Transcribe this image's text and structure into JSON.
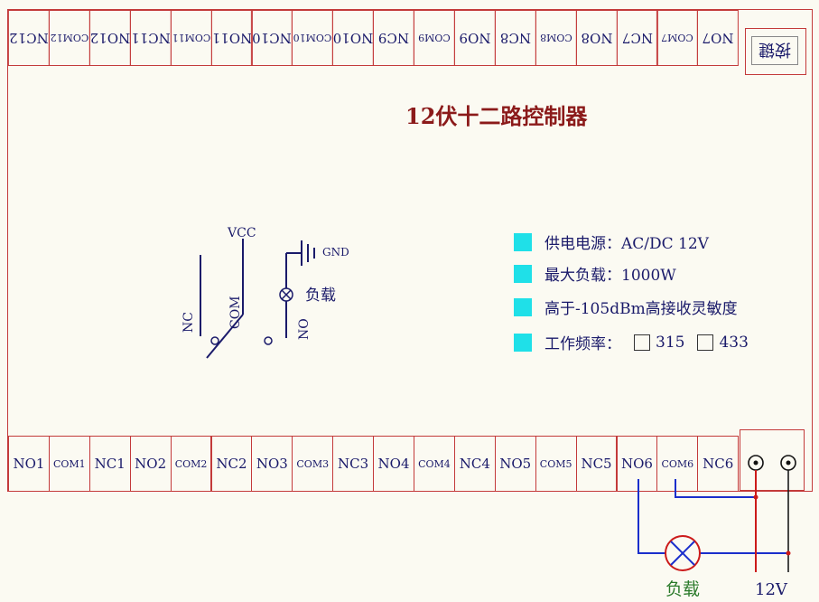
{
  "title": "12伏十二路控制器",
  "button_label": "按键",
  "top_terminals": [
    "NC12",
    "COM12",
    "NO12",
    "NC11",
    "COM11",
    "NO11",
    "NC10",
    "COM10",
    "NO10",
    "NC9",
    "COM9",
    "NO9",
    "NC8",
    "COM8",
    "NO8",
    "NC7",
    "COM7",
    "NO7"
  ],
  "bottom_terminals": [
    "NO1",
    "COM1",
    "NC1",
    "NO2",
    "COM2",
    "NC2",
    "NO3",
    "COM3",
    "NC3",
    "NO4",
    "COM4",
    "NC4",
    "NO5",
    "COM5",
    "NC5",
    "NO6",
    "COM6",
    "NC6"
  ],
  "specs": {
    "power": "供电电源：AC/DC 12V",
    "max_load": "最大负载：1000W",
    "sensitivity": "高于-105dBm高接收灵敏度",
    "frequency_label": "工作频率：",
    "freq_315": "315",
    "freq_433": "433"
  },
  "schematic": {
    "vcc": "VCC",
    "gnd": "GND",
    "nc": "NC",
    "com": "COM",
    "no": "NO",
    "load": "负载"
  },
  "wiring": {
    "load": "负载",
    "voltage": "12V"
  },
  "colors": {
    "border": "#c33a3a",
    "text": "#1a1a6a",
    "title": "#8b1a1a",
    "square": "#1fe0e8",
    "wire_blue": "#1a2ecc",
    "wire_red": "#cc1a1a"
  }
}
